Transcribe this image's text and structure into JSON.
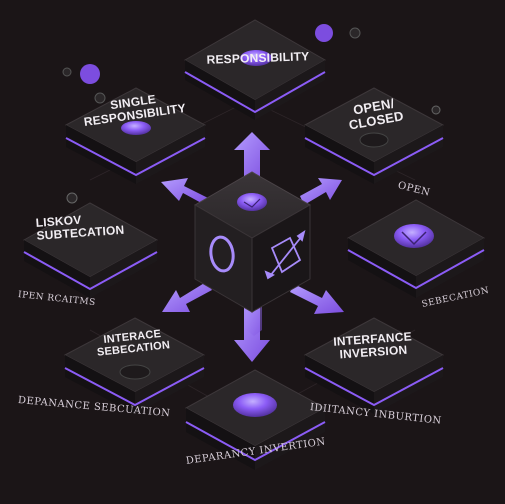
{
  "colors": {
    "background": "#1b1517",
    "tile_top": "#2b2729",
    "tile_side": "#141113",
    "accent": "#8b5cf6",
    "accent_light": "#a78bfa",
    "text": "#f2eef3"
  },
  "tiles": [
    {
      "id": "responsibility",
      "label_line1": "RESPONSIBILITY",
      "label_line2": ""
    },
    {
      "id": "single-responsibility",
      "label_line1": "SINGLE",
      "label_line2": "RESPONSIBILITY"
    },
    {
      "id": "open-closed",
      "label_line1": "OPEN/",
      "label_line2": "CLOSED"
    },
    {
      "id": "liskov",
      "label_line1": "LISKOV",
      "label_line2": "SUBTECATION"
    },
    {
      "id": "right-middle",
      "label_line1": "",
      "label_line2": ""
    },
    {
      "id": "interface-segregation",
      "label_line1": "INTERACE",
      "label_line2": "SEBECATION"
    },
    {
      "id": "interface-inversion",
      "label_line1": "INTERFANCE",
      "label_line2": "INVERSION"
    },
    {
      "id": "bottom",
      "label_line1": "",
      "label_line2": ""
    }
  ],
  "captions": {
    "open": "OPEN",
    "ipen": "IPEN RCAITMS",
    "sebecation": "SEBECATION",
    "depanance": "DEPANANCE SEBCUATION",
    "idiitancy": "IDIITANCY INBURTION",
    "deparancy": "DEPARANCY INVERTION"
  },
  "icons": [
    "circle-outline-icon",
    "diamond-diagonal-icon"
  ]
}
